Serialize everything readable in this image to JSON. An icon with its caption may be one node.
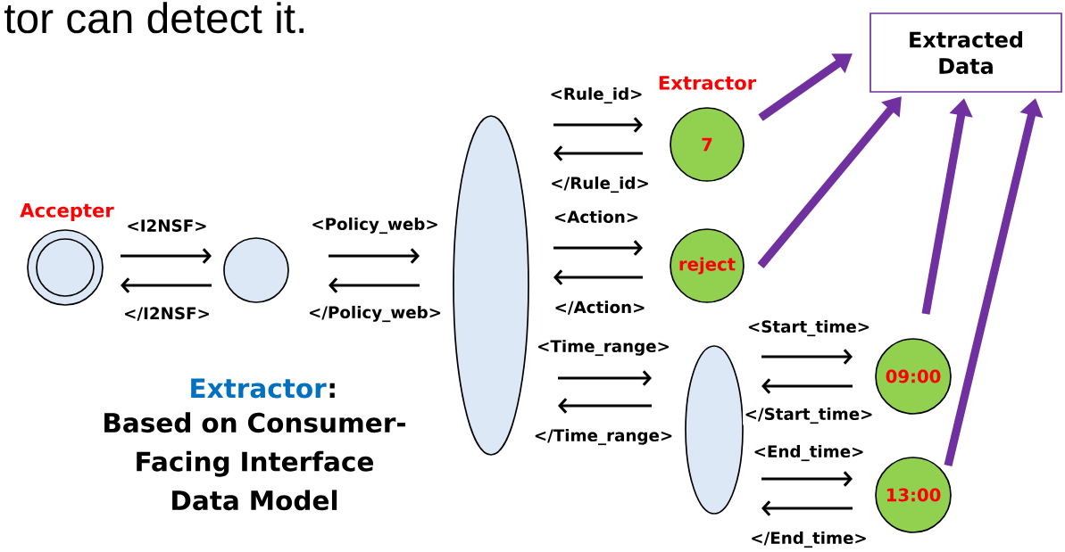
{
  "diagram": {
    "nodes": [
      {
        "text": [
          "Accepter"
        ]
      },
      {
        "text": [],
        "shape": "circle"
      },
      {
        "text": [],
        "shape": "ellipse"
      },
      {
        "text": [
          "Extractor",
          "7"
        ]
      },
      {
        "text": [
          "reject"
        ]
      },
      {
        "text": [],
        "shape": "ellipse"
      },
      {
        "text": [
          "09:00"
        ]
      },
      {
        "text": [
          "13:00"
        ]
      },
      {
        "text": [
          "Extracted Data"
        ]
      }
    ],
    "edges": [
      {
        "from": 0,
        "to": 1,
        "arrow": "to",
        "label": "<I2NSF>"
      },
      {
        "from": 1,
        "to": 0,
        "arrow": "to",
        "label": "</I2NSF>"
      },
      {
        "from": 1,
        "to": 2,
        "arrow": "to",
        "label": "<Policy_web>"
      },
      {
        "from": 2,
        "to": 1,
        "arrow": "to",
        "label": "</Policy_web>"
      },
      {
        "from": 2,
        "to": 3,
        "arrow": "to",
        "label": "<Rule_id>"
      },
      {
        "from": 3,
        "to": 2,
        "arrow": "to",
        "label": "</Rule_id>"
      },
      {
        "from": 2,
        "to": 4,
        "arrow": "to",
        "label": "<Action>"
      },
      {
        "from": 4,
        "to": 2,
        "arrow": "to",
        "label": "</Action>"
      },
      {
        "from": 2,
        "to": 5,
        "arrow": "to",
        "label": "<Time_range>"
      },
      {
        "from": 5,
        "to": 2,
        "arrow": "to",
        "label": "</Time_range>"
      },
      {
        "from": 5,
        "to": 6,
        "arrow": "to",
        "label": "<Start_time>"
      },
      {
        "from": 6,
        "to": 5,
        "arrow": "to",
        "label": "</Start_time>"
      },
      {
        "from": 5,
        "to": 7,
        "arrow": "to",
        "label": "<End_time>"
      },
      {
        "from": 7,
        "to": 5,
        "arrow": "to",
        "label": "</End_time>"
      },
      {
        "from": 3,
        "to": 8,
        "arrow": "to",
        "style": "thick",
        "color": "#7030a0"
      },
      {
        "from": 4,
        "to": 8,
        "arrow": "to",
        "style": "thick",
        "color": "#7030a0"
      },
      {
        "from": 6,
        "to": 8,
        "arrow": "to",
        "style": "thick",
        "color": "#7030a0"
      },
      {
        "from": 7,
        "to": 8,
        "arrow": "to",
        "style": "thick",
        "color": "#7030a0"
      }
    ],
    "labels": [
      "tor can detect it.",
      "Extractor",
      ":",
      "Based on Consumer-Facing Interface Data Model"
    ]
  }
}
